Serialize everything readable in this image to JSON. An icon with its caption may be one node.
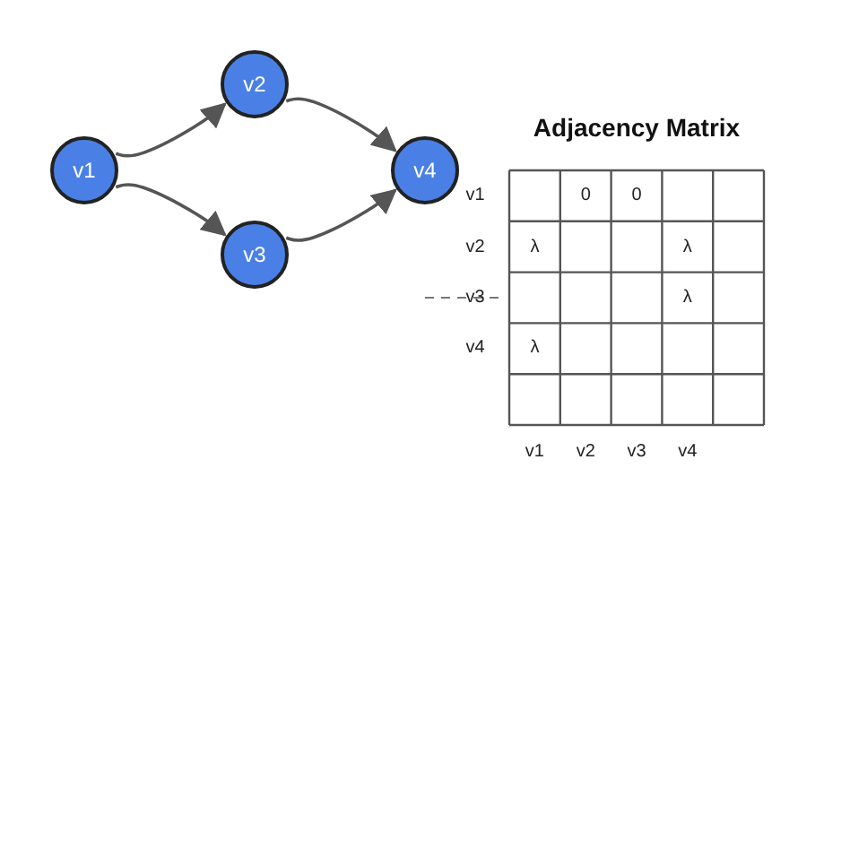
{
  "diagram": {
    "title": "Adjacency Matrix",
    "nodes": [
      {
        "text": [
          "v1"
        ]
      },
      {
        "text": [
          "v2"
        ]
      },
      {
        "text": [
          "v3"
        ]
      },
      {
        "text": [
          "v4"
        ]
      }
    ],
    "edges": [
      {
        "from": 0,
        "to": 1,
        "arrow": "to"
      },
      {
        "from": 0,
        "to": 2,
        "arrow": "to"
      },
      {
        "from": 1,
        "to": 3,
        "arrow": "to"
      },
      {
        "from": 2,
        "to": 3,
        "arrow": "to"
      }
    ],
    "labels": [
      "v1",
      "0",
      "0",
      "v2",
      "λ",
      "λ",
      "v3",
      "λ",
      "v4",
      "λ",
      "v1",
      "v2",
      "v3",
      "v4"
    ]
  }
}
